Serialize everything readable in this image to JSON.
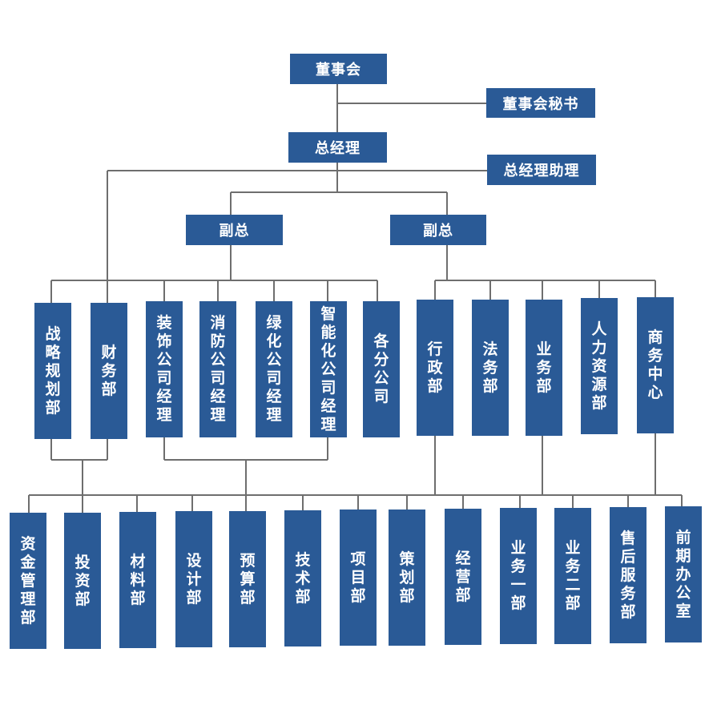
{
  "top": {
    "board": "董事会",
    "board_secretary": "董事会秘书",
    "gm": "总经理",
    "gm_assistant": "总经理助理",
    "vp_left": "副总",
    "vp_right": "副总"
  },
  "middle": [
    "战略规划部",
    "财务部",
    "装饰公司经理",
    "消防公司经理",
    "绿化公司经理",
    "智能化公司经理",
    "各分公司",
    "行政部",
    "法务部",
    "业务部",
    "人力资源部",
    "商务中心"
  ],
  "bottom": [
    "资金管理部",
    "投资部",
    "材料部",
    "设计部",
    "预算部",
    "技术部",
    "项目部",
    "策划部",
    "经营部",
    "业务一部",
    "业务二部",
    "售后服务部",
    "前期办公室"
  ],
  "colors": {
    "box": "#2a5a96",
    "text": "#ffffff",
    "line": "#6e6e6e"
  }
}
